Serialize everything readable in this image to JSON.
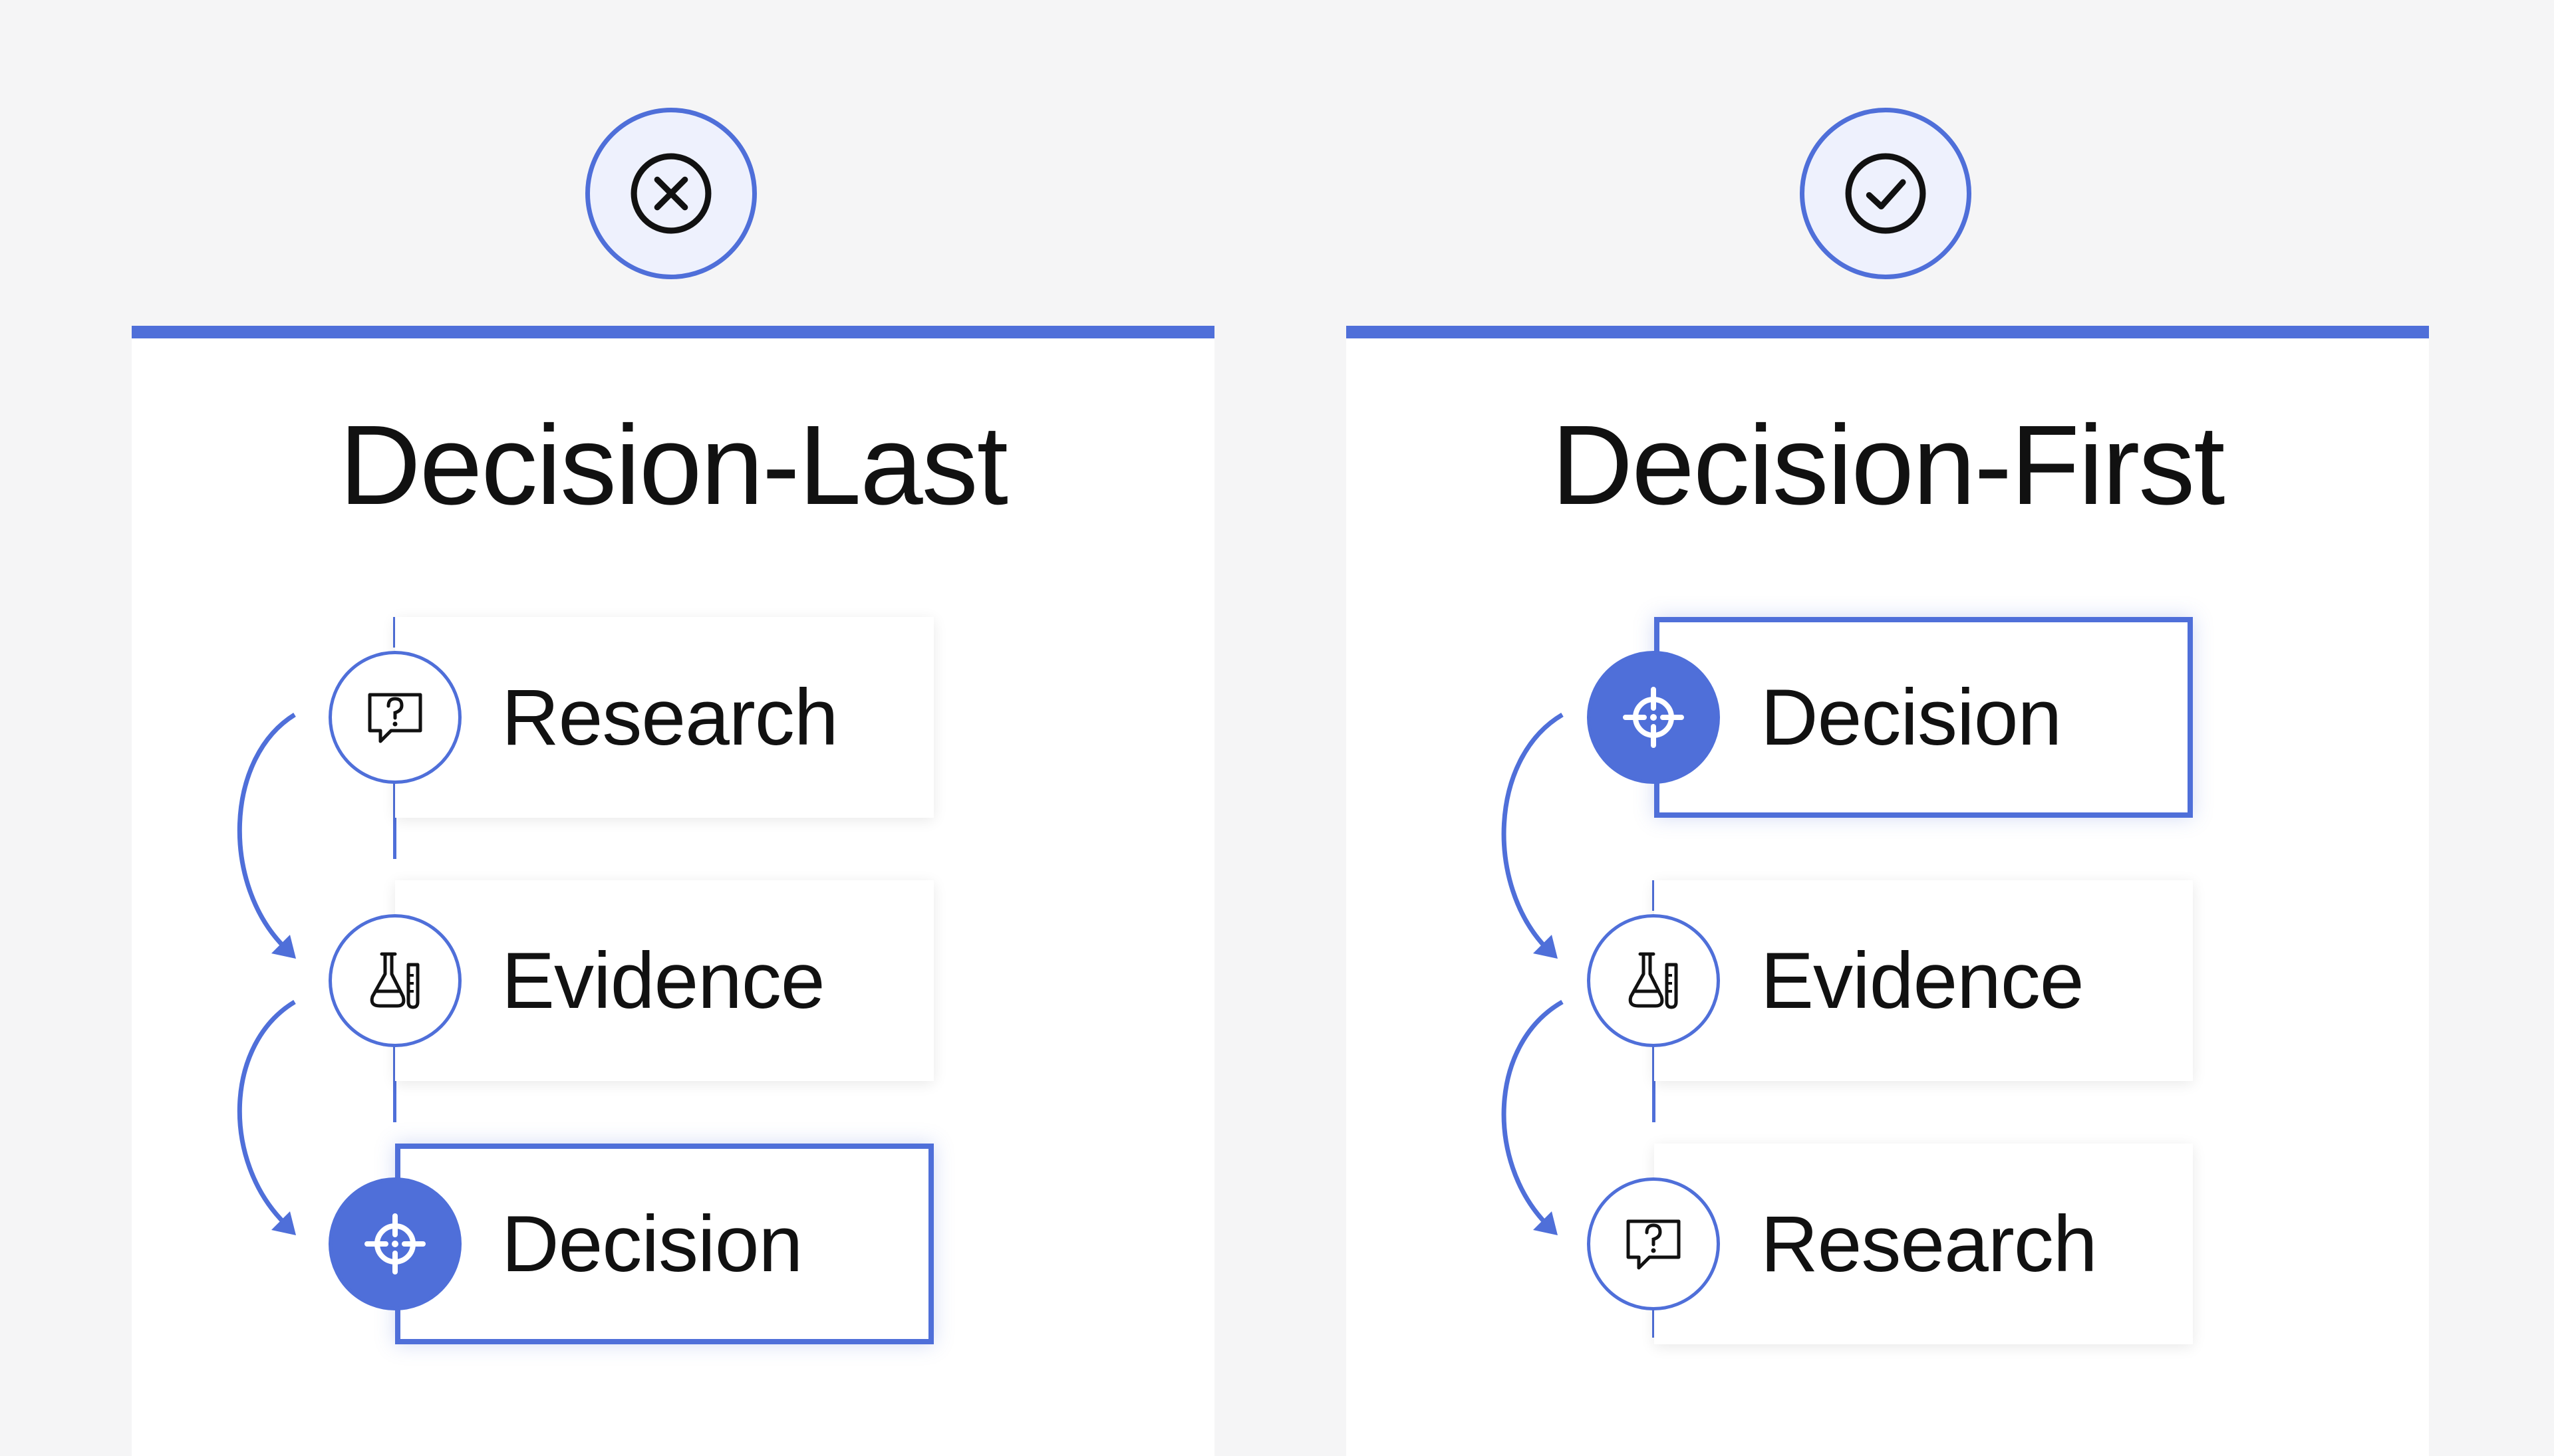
{
  "colors": {
    "accent": "#4f6fd9",
    "background": "#f5f5f6",
    "badge_fill": "#eef1fd"
  },
  "left_panel": {
    "status_icon": "x-circle-icon",
    "title": "Decision-Last",
    "steps": [
      {
        "label": "Research",
        "icon": "question-bubble-icon"
      },
      {
        "label": "Evidence",
        "icon": "flask-icon"
      },
      {
        "label": "Decision",
        "icon": "crosshair-icon",
        "highlighted": true
      }
    ]
  },
  "right_panel": {
    "status_icon": "check-circle-icon",
    "title": "Decision-First",
    "steps": [
      {
        "label": "Decision",
        "icon": "crosshair-icon",
        "highlighted": true
      },
      {
        "label": "Evidence",
        "icon": "flask-icon"
      },
      {
        "label": "Research",
        "icon": "question-bubble-icon"
      }
    ]
  }
}
